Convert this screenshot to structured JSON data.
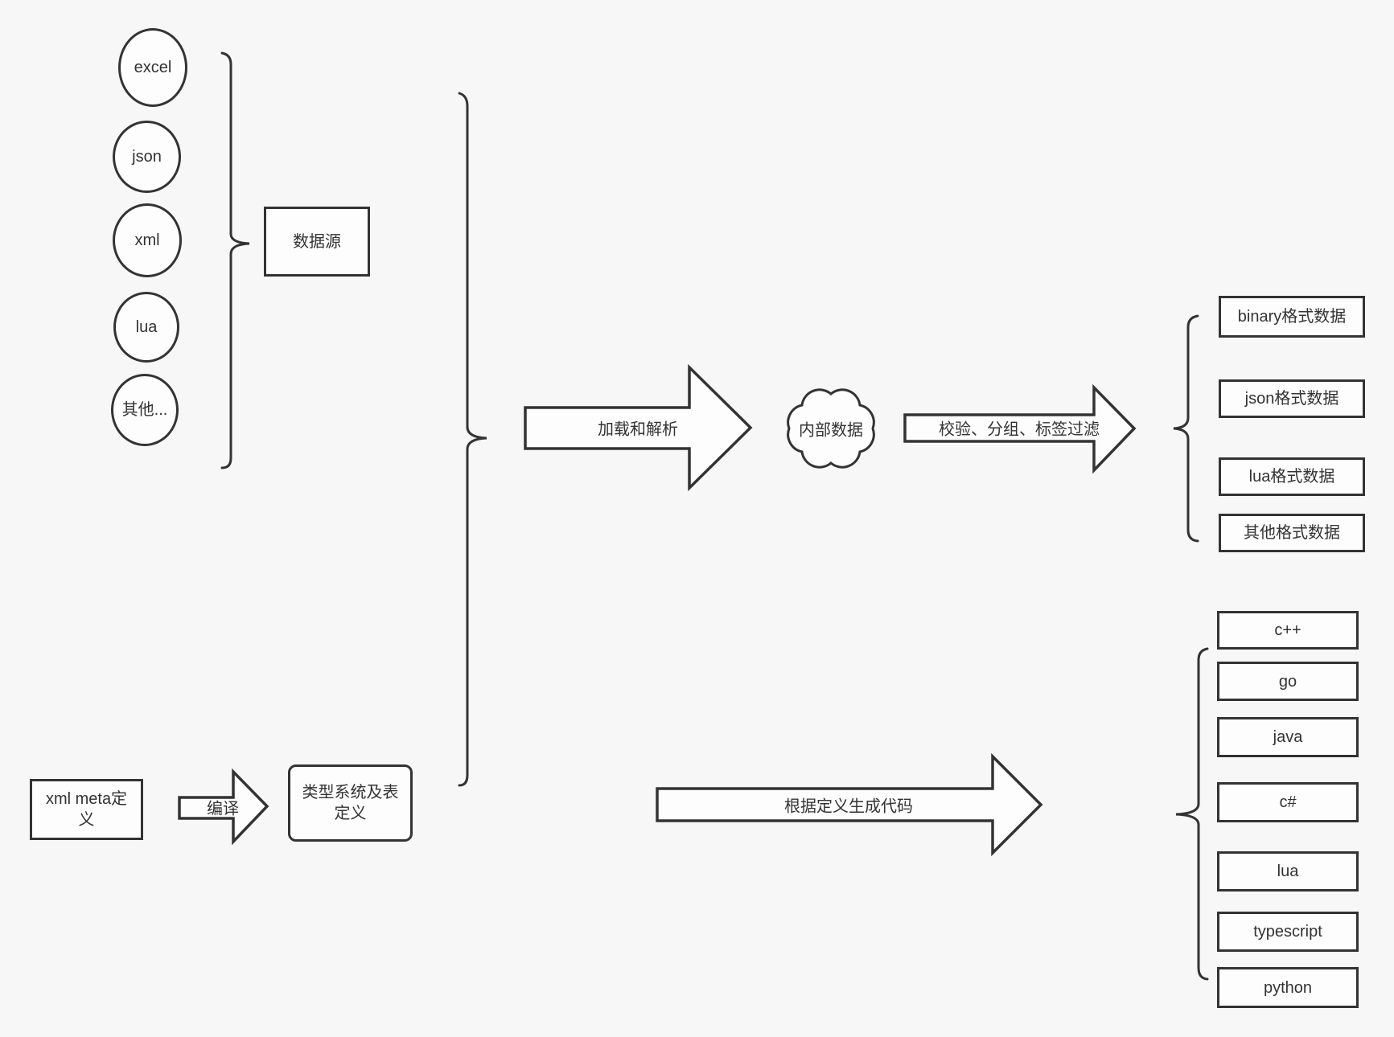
{
  "colors": {
    "background": "#f7f7f7",
    "stroke": "#333333",
    "shape_fill": "#fdfdfd"
  },
  "sources": {
    "items": [
      "excel",
      "json",
      "xml",
      "lua",
      "其他..."
    ],
    "group_label": "数据源"
  },
  "pipeline": {
    "load_arrow": "加载和解析",
    "internal_data": "内部数据",
    "filter_arrow": "校验、分组、标签过滤"
  },
  "formats": {
    "items": [
      "binary格式数据",
      "json格式数据",
      "lua格式数据",
      "其他格式数据"
    ]
  },
  "languages": {
    "items": [
      "c++",
      "go",
      "java",
      "c#",
      "lua",
      "typescript",
      "python"
    ]
  },
  "definition": {
    "xml_meta": "xml meta定义",
    "compile_arrow": "编译",
    "type_system": "类型系统及表定义",
    "generate_arrow": "根据定义生成代码"
  }
}
